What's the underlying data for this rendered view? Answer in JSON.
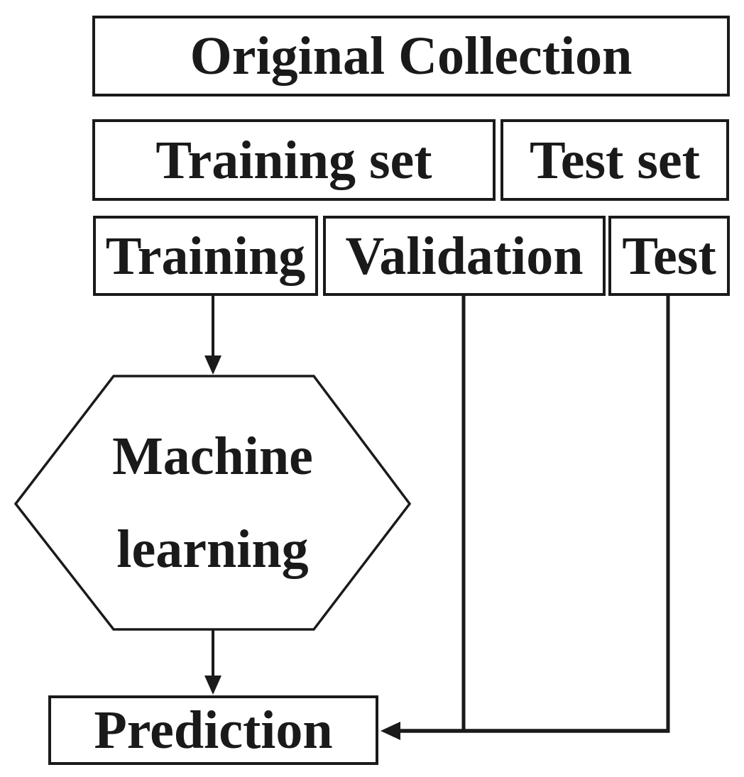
{
  "colors": {
    "ink": "#1a1a1a",
    "background": "#ffffff"
  },
  "nodes": {
    "original_collection": {
      "label": "Original Collection",
      "shape": "rect"
    },
    "training_set": {
      "label": "Training set",
      "shape": "rect"
    },
    "test_set": {
      "label": "Test set",
      "shape": "rect"
    },
    "training": {
      "label": "Training",
      "shape": "rect"
    },
    "validation": {
      "label": "Validation",
      "shape": "rect"
    },
    "test": {
      "label": "Test",
      "shape": "rect"
    },
    "machine_learning": {
      "lines": [
        "Machine",
        "learning"
      ],
      "shape": "hexagon"
    },
    "prediction": {
      "label": "Prediction",
      "shape": "rect"
    }
  },
  "edges": [
    {
      "from": "training",
      "to": "machine_learning",
      "type": "arrow-down"
    },
    {
      "from": "machine_learning",
      "to": "prediction",
      "type": "arrow-down"
    },
    {
      "from": "validation",
      "to": "prediction",
      "type": "arrow-elbow-left"
    },
    {
      "from": "test",
      "to": "prediction",
      "type": "arrow-elbow-left"
    }
  ]
}
